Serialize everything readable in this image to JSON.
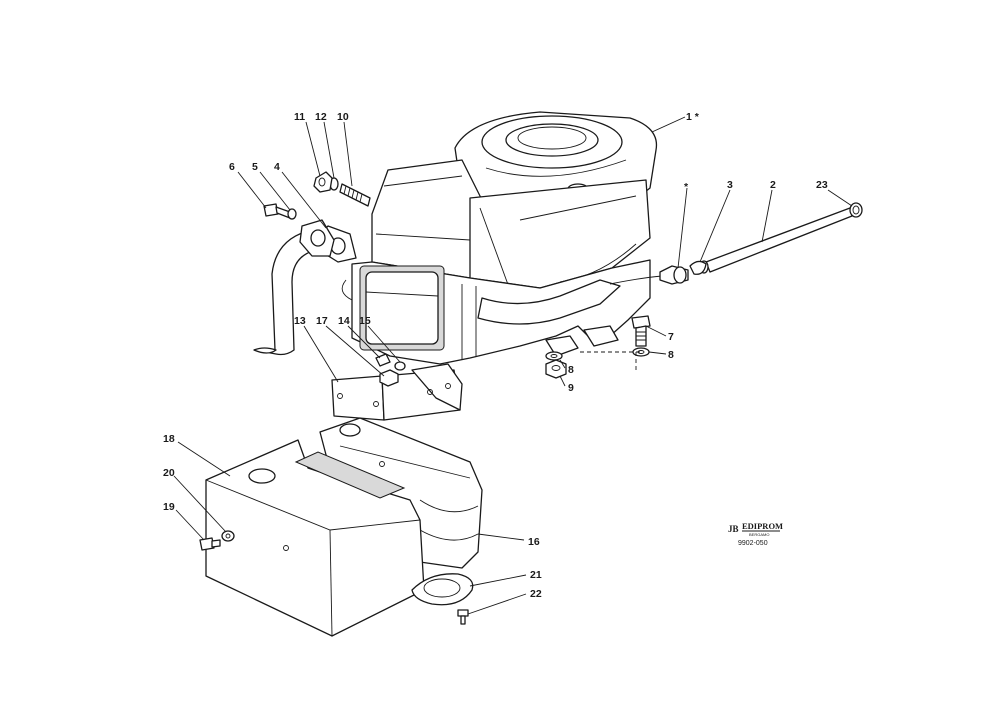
{
  "callouts": {
    "c1": "1 *",
    "cstar": "*",
    "c2": "2",
    "c3": "3",
    "c4": "4",
    "c5": "5",
    "c6": "6",
    "c7": "7",
    "c8a": "8",
    "c8b": "8",
    "c9": "9",
    "c10": "10",
    "c11": "11",
    "c12": "12",
    "c13": "13",
    "c14": "14",
    "c15": "15",
    "c16": "16",
    "c17": "17",
    "c18": "18",
    "c19": "19",
    "c20": "20",
    "c21": "21",
    "c22": "22",
    "c23": "23"
  },
  "logo": {
    "name": "EDIPROM",
    "city": "BERGAMO",
    "code": "9902-050"
  },
  "colors": {
    "line": "#1a1a1a",
    "shade": "#d9d9d9",
    "background": "#ffffff"
  }
}
